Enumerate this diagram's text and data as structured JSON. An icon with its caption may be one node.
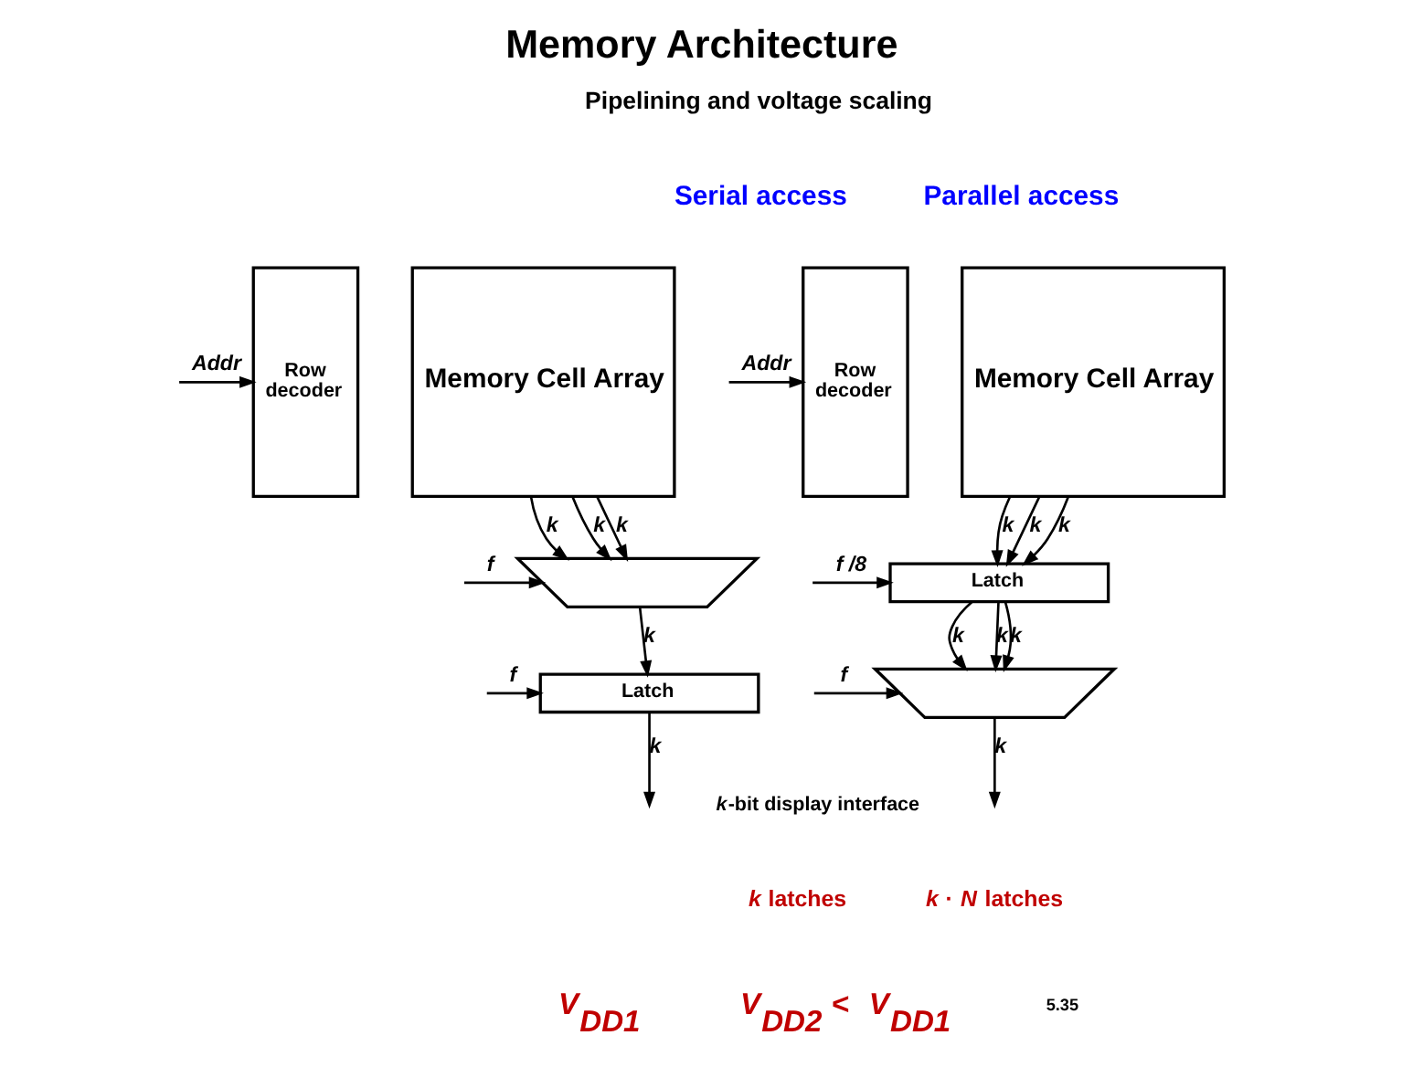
{
  "diagram": {
    "title": "Memory Architecture",
    "nodes": [
      {
        "text": [
          "Row decoder"
        ]
      },
      {
        "text": [
          "Memory Cell Array"
        ]
      },
      {
        "text": [],
        "shape": "trapezoid"
      },
      {
        "text": [
          "Latch"
        ]
      },
      {
        "text": [
          "Row decoder"
        ]
      },
      {
        "text": [
          "Memory Cell Array"
        ]
      },
      {
        "text": [
          "Latch"
        ]
      },
      {
        "text": [],
        "shape": "trapezoid"
      }
    ],
    "edges": [
      {
        "from": null,
        "to": 0,
        "arrow": "to",
        "label": "Addr"
      },
      {
        "from": 1,
        "to": 2,
        "arrow": "to",
        "label": "k"
      },
      {
        "from": 1,
        "to": 2,
        "arrow": "to",
        "label": "k"
      },
      {
        "from": 1,
        "to": 2,
        "arrow": "to",
        "label": "k"
      },
      {
        "from": null,
        "to": 2,
        "arrow": "to",
        "label": "f"
      },
      {
        "from": 2,
        "to": 3,
        "arrow": "to",
        "label": "k"
      },
      {
        "from": 3,
        "to": null,
        "arrow": "to",
        "label": "k"
      },
      {
        "from": null,
        "to": 3,
        "arrow": "to",
        "label": "f"
      },
      {
        "from": null,
        "to": 4,
        "arrow": "to",
        "label": "Addr"
      },
      {
        "from": 5,
        "to": 6,
        "arrow": "to",
        "label": "k"
      },
      {
        "from": 5,
        "to": 6,
        "arrow": "to",
        "label": "k"
      },
      {
        "from": 5,
        "to": 6,
        "arrow": "to",
        "label": "k"
      },
      {
        "from": null,
        "to": 6,
        "arrow": "to",
        "label": "f /8"
      },
      {
        "from": 6,
        "to": 7,
        "arrow": "to",
        "label": "k"
      },
      {
        "from": 6,
        "to": 7,
        "arrow": "to",
        "label": "k"
      },
      {
        "from": 6,
        "to": 7,
        "arrow": "to",
        "label": "k"
      },
      {
        "from": 7,
        "to": null,
        "arrow": "to",
        "label": "k"
      },
      {
        "from": null,
        "to": 7,
        "arrow": "to",
        "label": "f"
      }
    ],
    "labels": [
      "Pipelining and voltage scaling",
      "Serial access",
      "Parallel access",
      "*k*-bit display interface",
      "*k* latches",
      "*k* · *N* latches",
      "V$_{DD1}$",
      "V$_{DD2}$ < V$_{DD1}$",
      "5.35"
    ]
  }
}
